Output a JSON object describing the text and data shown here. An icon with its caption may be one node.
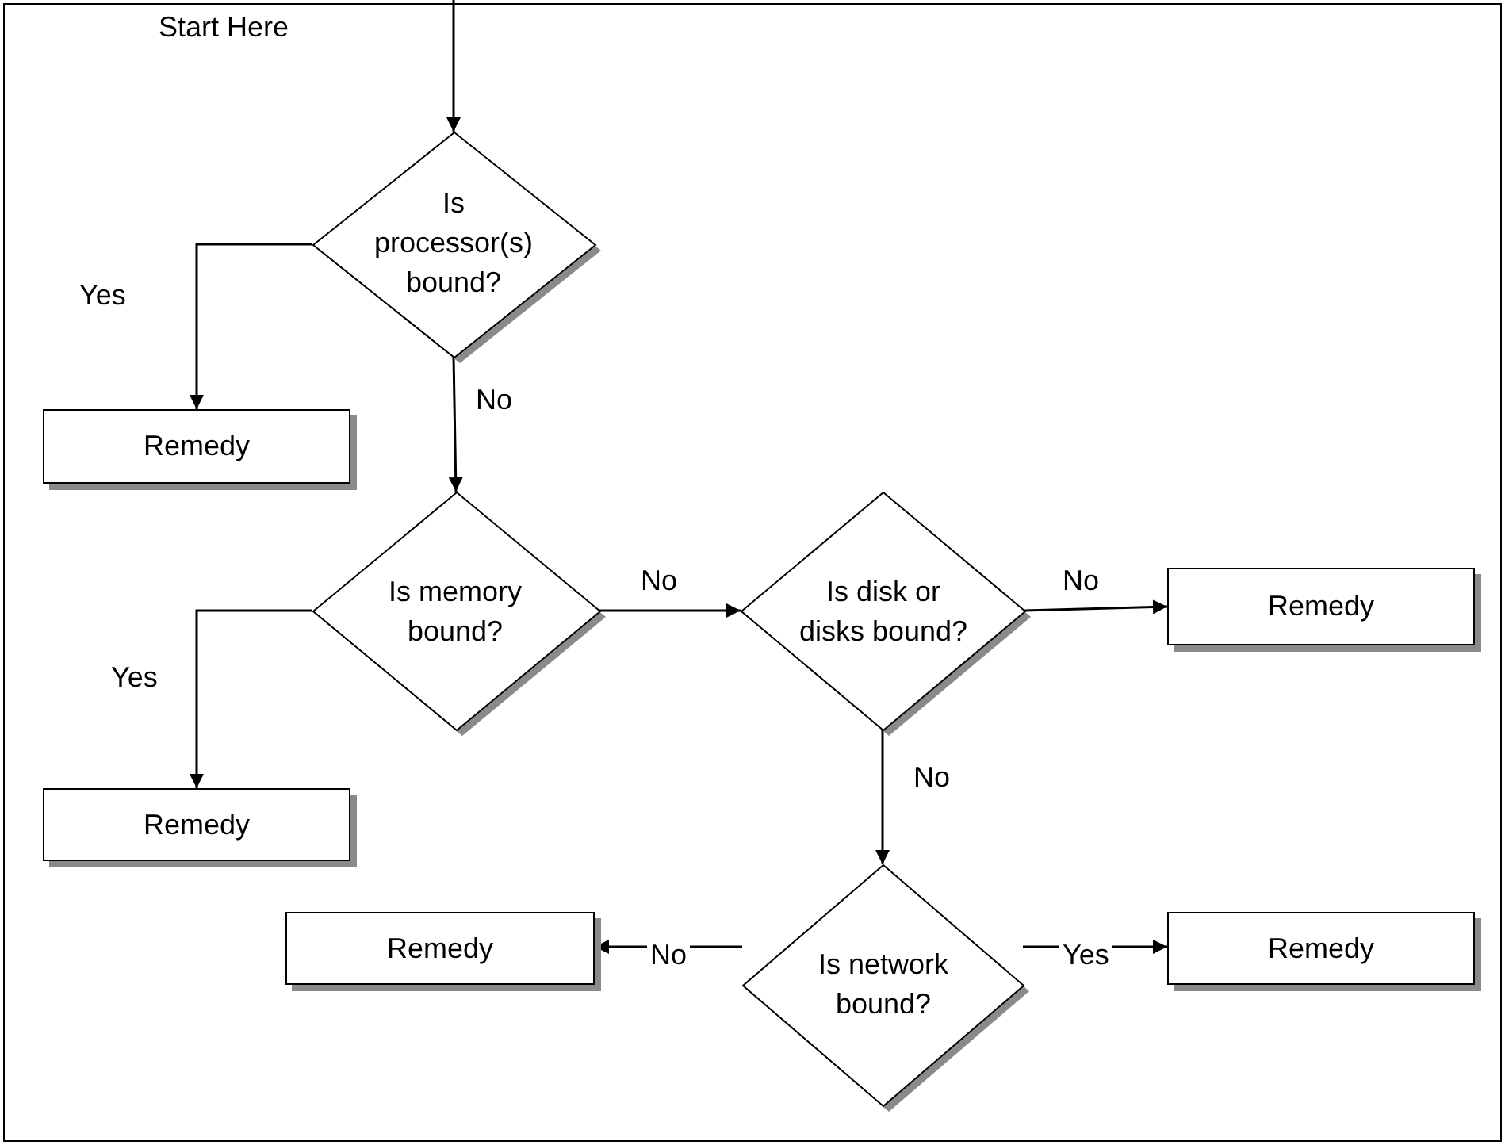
{
  "diagram": {
    "nodes": [
      {
        "text": [
          "Is processor(s) bound?"
        ]
      },
      {
        "text": [
          "Remedy"
        ]
      },
      {
        "text": [
          "Is memory bound?"
        ]
      },
      {
        "text": [
          "Remedy"
        ]
      },
      {
        "text": [
          "Is disk or disks bound?"
        ]
      },
      {
        "text": [
          "Remedy"
        ]
      },
      {
        "text": [
          "Is network bound?"
        ]
      },
      {
        "text": [
          "Remedy"
        ]
      },
      {
        "text": [
          "Remedy"
        ]
      }
    ],
    "edges": [
      {
        "from": null,
        "to": 0,
        "arrow": "to"
      },
      {
        "from": 0,
        "to": 1,
        "arrow": "to",
        "label": "Yes"
      },
      {
        "from": 0,
        "to": 2,
        "arrow": "to",
        "label": "No"
      },
      {
        "from": 2,
        "to": 3,
        "arrow": "to",
        "label": "Yes"
      },
      {
        "from": 2,
        "to": 4,
        "arrow": "to",
        "label": "No"
      },
      {
        "from": 4,
        "to": 5,
        "arrow": "to",
        "label": "No"
      },
      {
        "from": 4,
        "to": 6,
        "arrow": "to",
        "label": "No"
      },
      {
        "from": 6,
        "to": 7,
        "arrow": "to",
        "label": "No"
      },
      {
        "from": 6,
        "to": 8,
        "arrow": "to",
        "label": "Yes"
      }
    ],
    "labels": [
      "Start Here"
    ]
  }
}
